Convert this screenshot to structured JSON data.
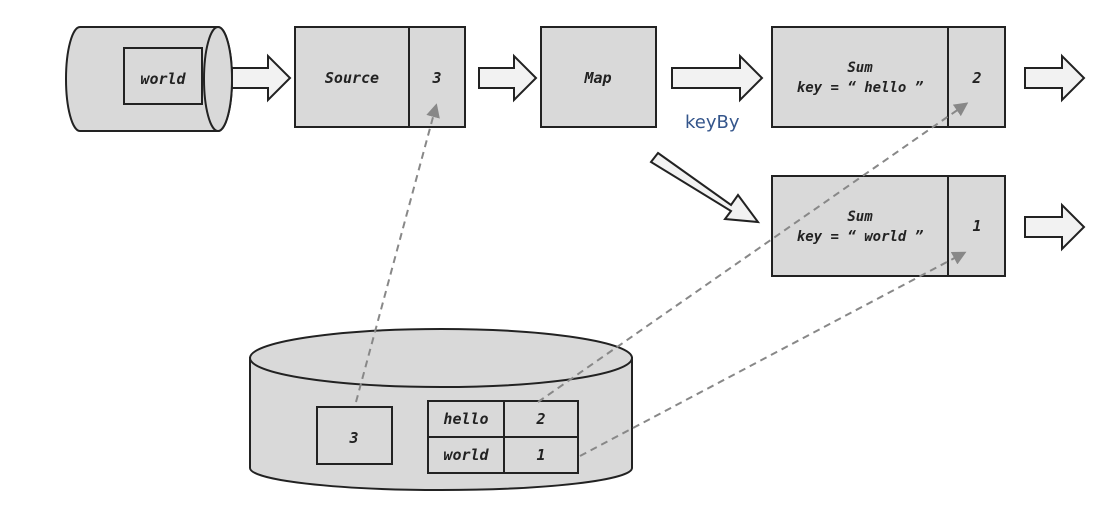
{
  "input_queue": {
    "label": "world"
  },
  "operators": {
    "source": {
      "label": "Source",
      "state": "3"
    },
    "map": {
      "label": "Map"
    },
    "sum_hello": {
      "title": "Sum",
      "key": "key = “ hello ”",
      "state": "2"
    },
    "sum_world": {
      "title": "Sum",
      "key": "key = “ world ”",
      "state": "1"
    }
  },
  "edge_label": "keyBy",
  "snapshot_store": {
    "offset": "3",
    "table": [
      {
        "key": "hello",
        "count": "2"
      },
      {
        "key": "world",
        "count": "1"
      }
    ]
  },
  "colors": {
    "box_fill": "#d9d9d9",
    "stroke": "#222222",
    "arrow_fill": "#f2f2f2",
    "dashed": "#888888",
    "label_blue": "#34558b"
  }
}
